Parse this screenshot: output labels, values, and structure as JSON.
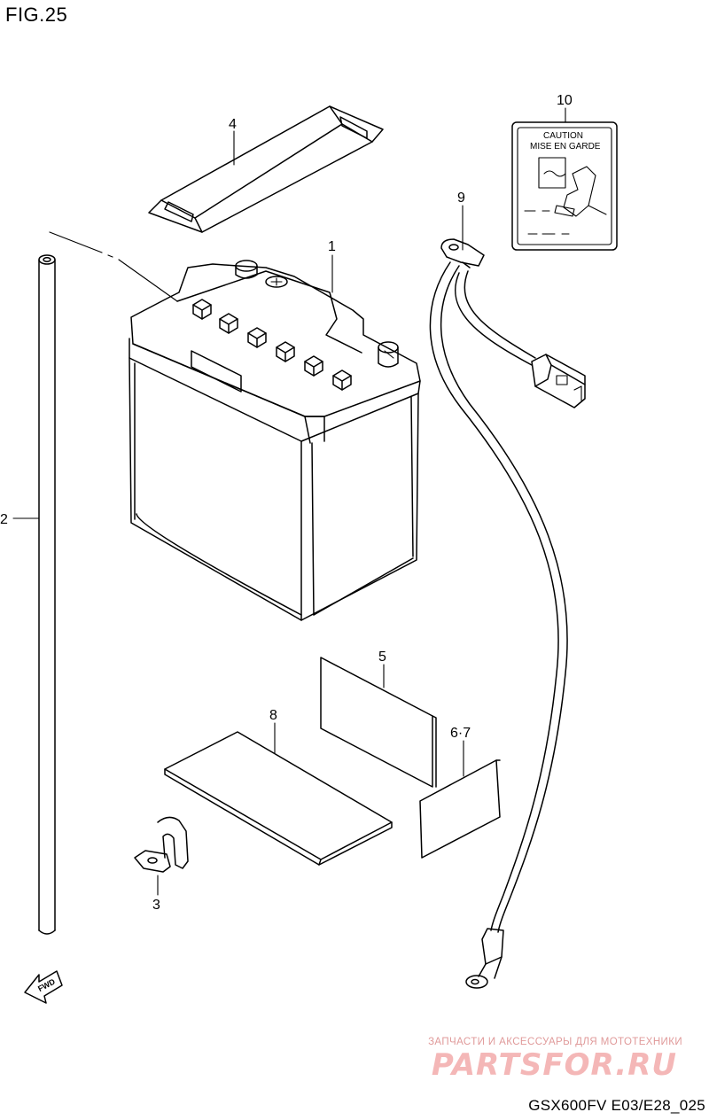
{
  "figure": {
    "title": "FIG.25",
    "code": "GSX600FV E03/E28_025"
  },
  "callouts": {
    "c1": "1",
    "c2": "2",
    "c3": "3",
    "c4": "4",
    "c5": "5",
    "c67": "6·7",
    "c8": "8",
    "c9": "9",
    "c10": "10"
  },
  "caution_label": {
    "line1": "CAUTION",
    "line2": "MISE EN GARDE"
  },
  "fwd_arrow": {
    "text": "FWD"
  },
  "watermark": {
    "tagline": "ЗАПЧАСТИ И АКСЕССУАРЫ ДЛЯ МОТОТЕХНИКИ",
    "logo": "PARTSFOR.RU"
  }
}
